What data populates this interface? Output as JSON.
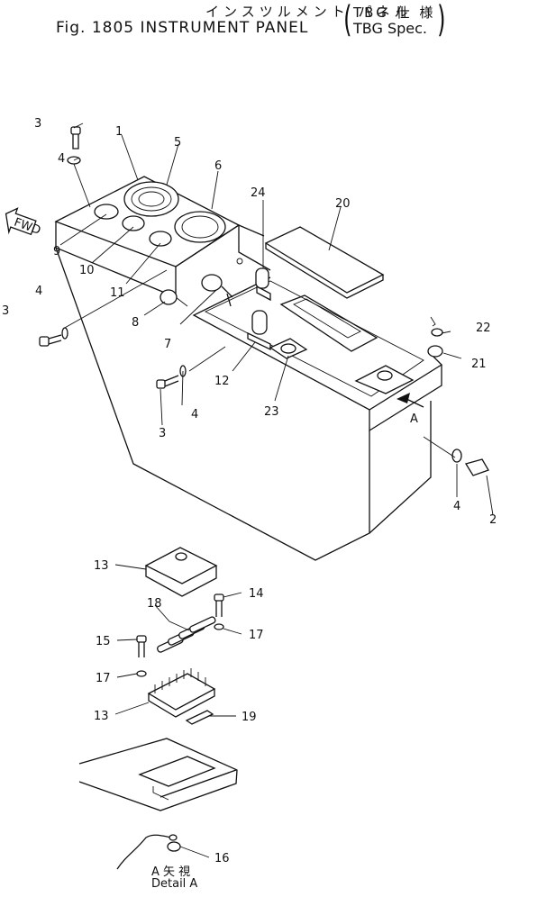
{
  "title": {
    "jp": "インスツルメント パネル",
    "en": "Fig. 1805 INSTRUMENT PANEL",
    "spec_jp": "TBG 仕 様",
    "spec_en": "TBG Spec."
  },
  "fwd_label": "FWD",
  "view_arrow_label": "A",
  "detail": {
    "jp": "A 矢 視",
    "en": "Detail A"
  },
  "callouts": [
    "1",
    "2",
    "3",
    "4",
    "5",
    "6",
    "7",
    "8",
    "9",
    "10",
    "11",
    "12",
    "13",
    "14",
    "15",
    "16",
    "17",
    "18",
    "19",
    "20",
    "21",
    "22",
    "23",
    "24"
  ]
}
